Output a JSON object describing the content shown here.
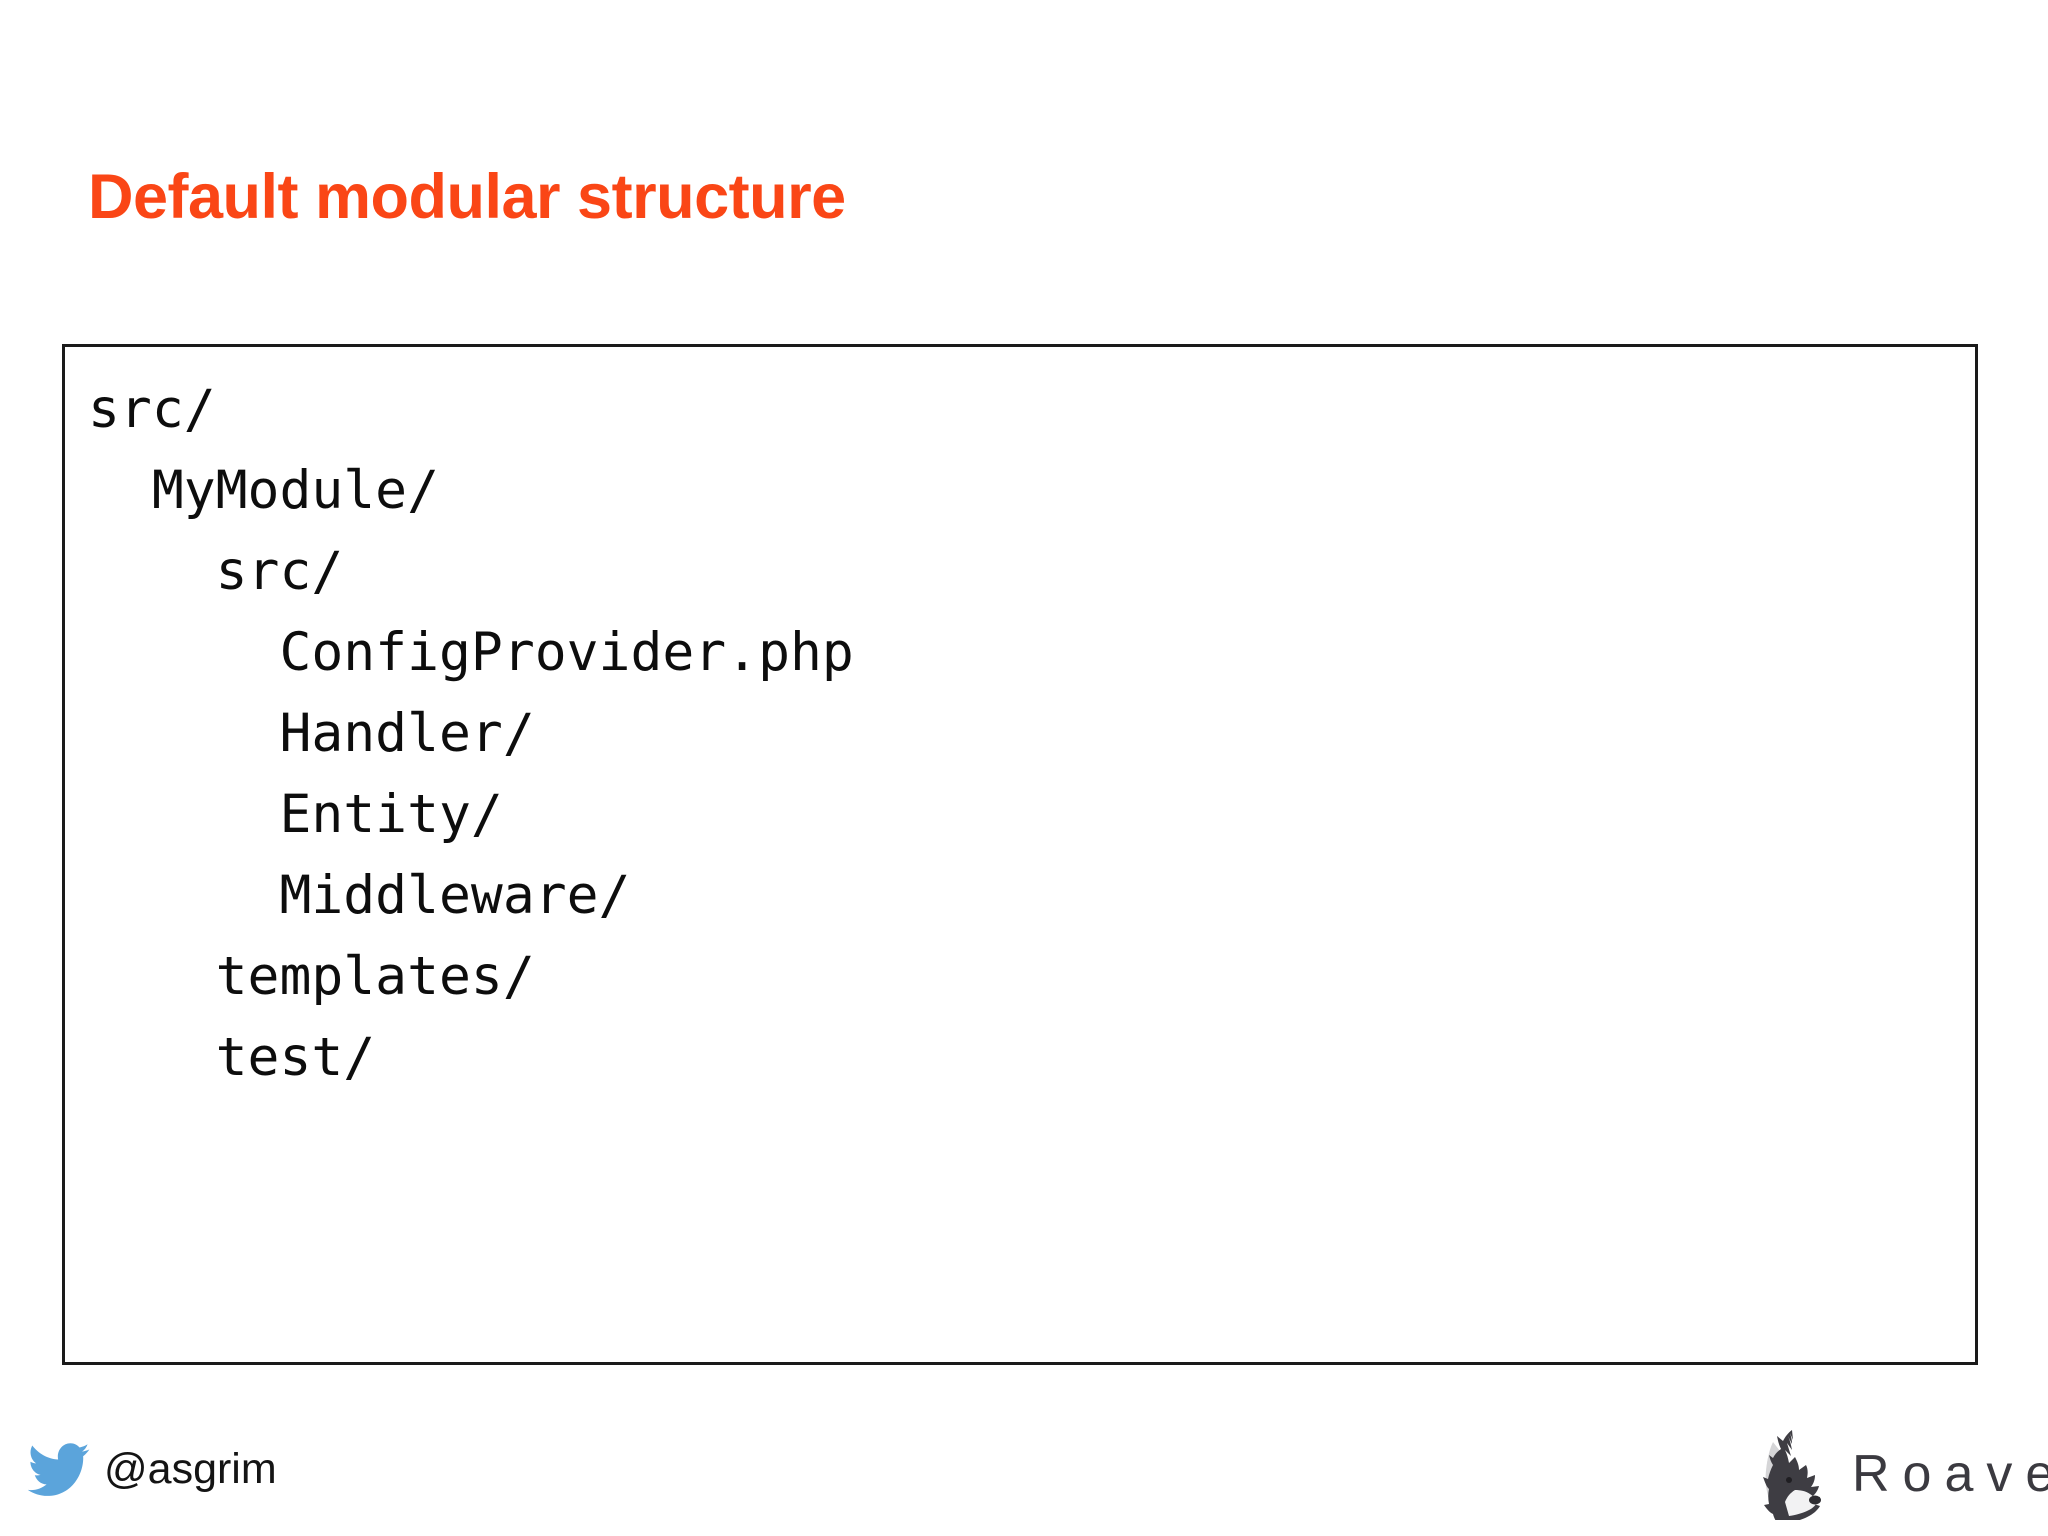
{
  "slide": {
    "title": "Default modular structure",
    "title_color": "#fa4616",
    "background_color": "#ffffff"
  },
  "code_block": {
    "border_color": "#1a1a1a",
    "text_color": "#0d0d0d",
    "lines": [
      "src/",
      "  MyModule/",
      "    src/",
      "      ConfigProvider.php",
      "      Handler/",
      "      Entity/",
      "      Middleware/",
      "    templates/",
      "    test/"
    ],
    "full_text": "src/\n  MyModule/\n    src/\n      ConfigProvider.php\n      Handler/\n      Entity/\n      Middleware/\n    templates/\n    test/"
  },
  "footer": {
    "twitter": {
      "icon": "twitter-bird-icon",
      "icon_color": "#5ba4db",
      "handle": "@asgrim"
    },
    "brand": {
      "icon": "roave-collie-head-icon",
      "icon_dark_color": "#3e3d43",
      "icon_light_color": "#d5d5d7",
      "name": "Roave",
      "name_color": "#3b3a40"
    }
  }
}
